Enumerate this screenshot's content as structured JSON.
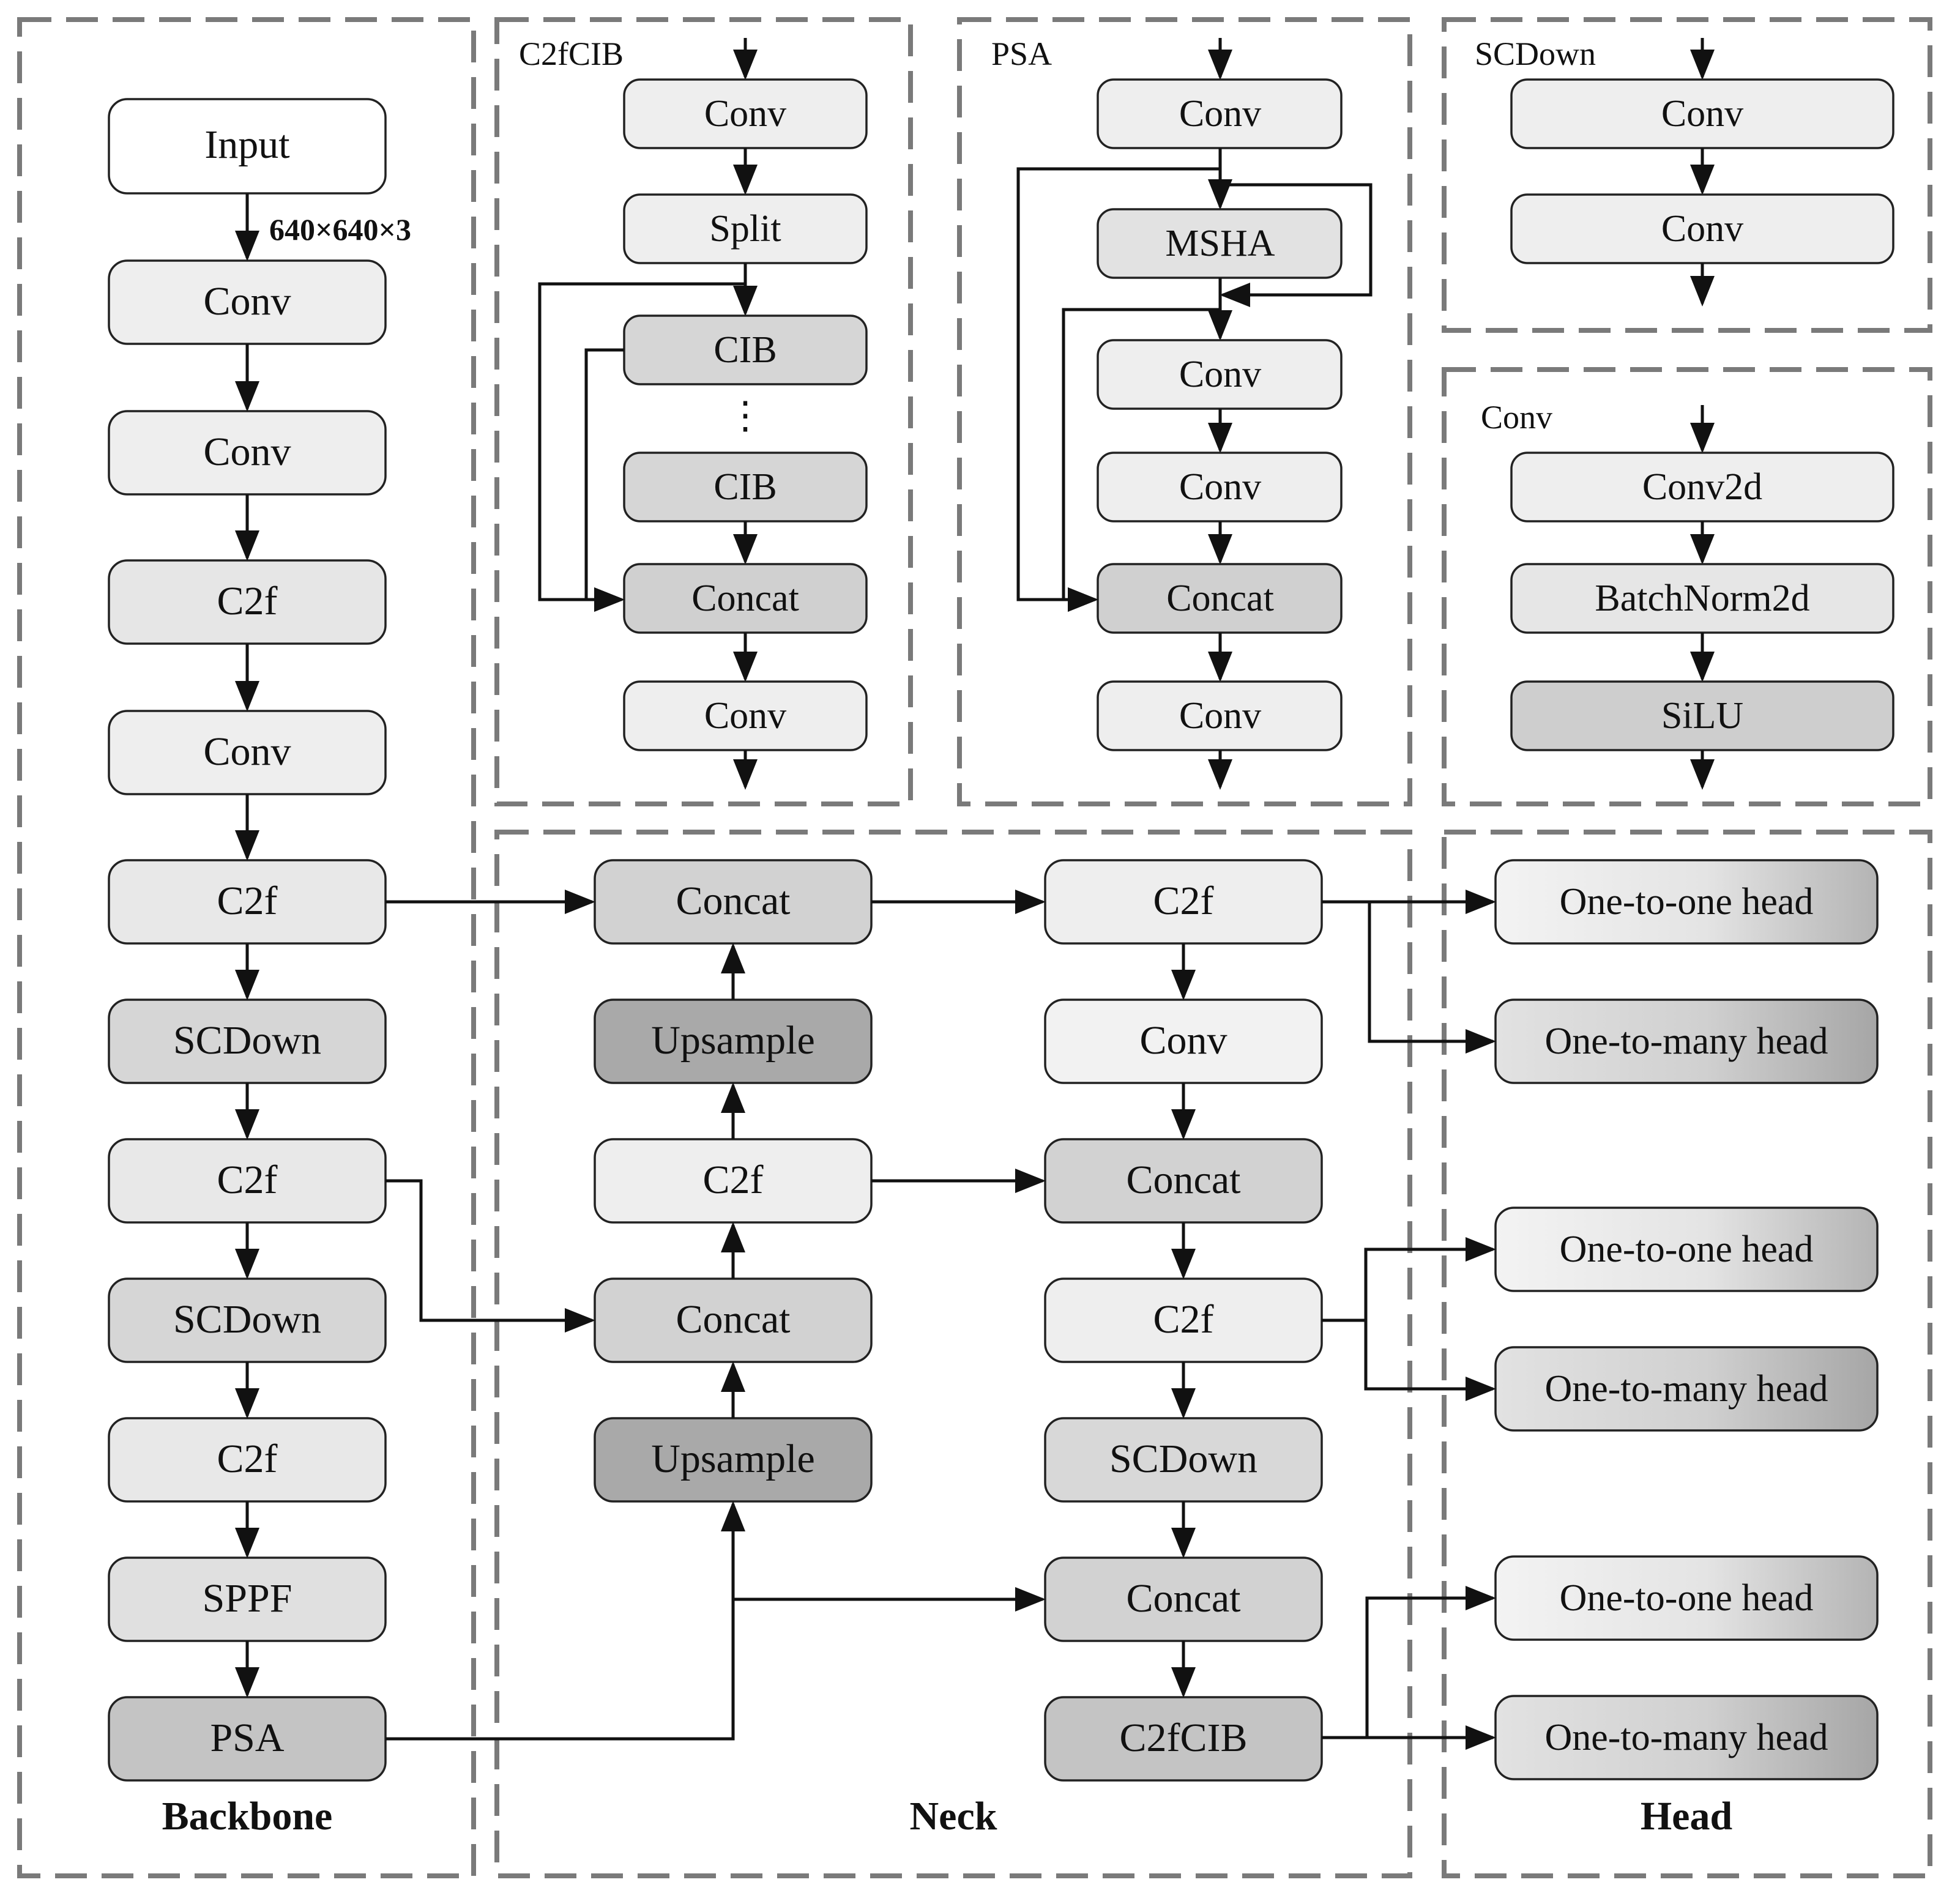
{
  "panels": {
    "backbone": "Backbone",
    "neck": "Neck",
    "head": "Head",
    "c2fcib": "C2fCIB",
    "psa": "PSA",
    "scdown": "SCDown",
    "conv": "Conv"
  },
  "input_size": "640×640×3",
  "backbone": [
    "Input",
    "Conv",
    "Conv",
    "C2f",
    "Conv",
    "C2f",
    "SCDown",
    "C2f",
    "SCDown",
    "C2f",
    "SPPF",
    "PSA"
  ],
  "neck": {
    "left": [
      "Concat",
      "Upsample",
      "C2f",
      "Concat",
      "Upsample"
    ],
    "right": [
      "C2f",
      "Conv",
      "Concat",
      "C2f",
      "SCDown",
      "Concat",
      "C2fCIB"
    ]
  },
  "heads": [
    "One-to-one head",
    "One-to-many head",
    "One-to-one head",
    "One-to-many head",
    "One-to-one head",
    "One-to-many head"
  ],
  "c2fcib_block": [
    "Conv",
    "Split",
    "CIB",
    "CIB",
    "Concat",
    "Conv"
  ],
  "c2fcib_ellipsis": "⋮",
  "psa_block": [
    "Conv",
    "MSHA",
    "Conv",
    "Conv",
    "Concat",
    "Conv"
  ],
  "scdown_block": [
    "Conv",
    "Conv"
  ],
  "conv_block": [
    "Conv2d",
    "BatchNorm2d",
    "SiLU"
  ]
}
